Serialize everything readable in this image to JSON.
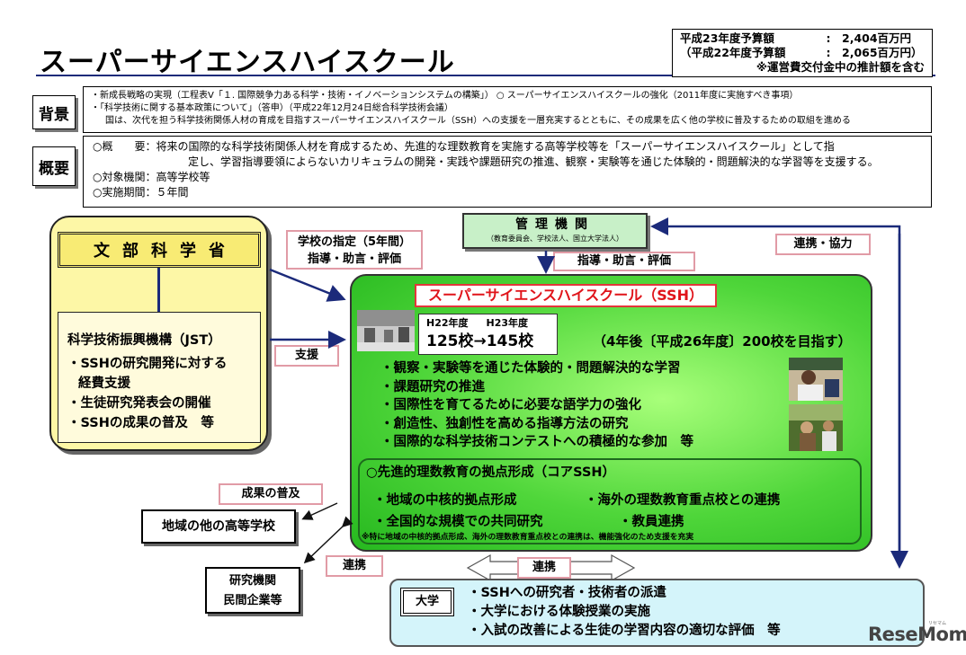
{
  "title": "スーパーサイエンスハイスクール",
  "budget": {
    "rows": [
      {
        "label": "平成23年度予算額",
        "sep": ":",
        "value": "2,404百万円"
      },
      {
        "label": "（平成22年度予算額",
        "sep": ":",
        "value": "2,065百万円）"
      }
    ],
    "note": "※運営費交付金中の推計額を含む"
  },
  "background": {
    "tab": "背景",
    "lines": [
      "・新成長戦略の実現（工程表Ⅴ「１. 国際競争力ある科学・技術・イノベーションシステムの構築」） ○ スーパーサイエンスハイスクールの強化（2011年度に実施すべき事項）",
      "・「科学技術に関する基本政策について」（答申）（平成22年12月24日総合科学技術会議）",
      "国は、次代を担う科学技術関係人材の育成を目指すスーパーサイエンスハイスクール（SSH）への支援を一層充実するとともに、その成果を広く他の学校に普及するための取組を進める"
    ]
  },
  "overview": {
    "tab": "概要",
    "line1": "○概　　要：将来の国際的な科学技術関係人材を育成するため、先進的な理数教育を実施する高等学校等を「スーパーサイエンスハイスクール」として指",
    "line2": "定し、学習指導要領によらないカリキュラムの開発・実践や課題研究の推進、観察・実験等を通じた体験的・問題解決的な学習等を支援する。",
    "line3": "○対象機関：高等学校等",
    "line4": "○実施期間：５年間"
  },
  "mext": {
    "title": "文部科学省",
    "jst_title": "科学技術振興機構（JST）",
    "jst_items": [
      "・SSHの研究開発に対する",
      "経費支援",
      "・生徒研究発表会の開催",
      "・SSHの成果の普及　等"
    ]
  },
  "labels": {
    "designation_1": "学校の指定（5年間）",
    "designation_2": "指導・助言・評価",
    "support": "支援",
    "guidance": "指導・助言・評価",
    "cooperation": "連携・協力",
    "spread": "成果の普及",
    "link1": "連携",
    "link2": "連携"
  },
  "management": {
    "title": "管理機関",
    "sub": "（教育委員会、学校法人、国立大学法人）"
  },
  "ssh": {
    "title": "スーパーサイエンスハイスクール（SSH）",
    "year_a": "H22年度",
    "year_b": "H23年度",
    "counts": "125校→145校",
    "goal": "（4年後〔平成26年度〕200校を目指す）",
    "activities": [
      "・観察・実験等を通じた体験的・問題解決的な学習",
      "・課題研究の推進",
      "・国際性を育てるために必要な語学力の強化",
      "・創造性、独創性を高める指導方法の研究",
      "・国際的な科学技術コンテストへの積極的な参加　等"
    ],
    "core_title": "○先進的理数教育の拠点形成（コアSSH）",
    "core_1a": "・地域の中核的拠点形成",
    "core_1b": "・海外の理数教育重点校との連携",
    "core_2a": "・全国的な規模での共同研究",
    "core_2b": "・教員連携",
    "core_note": "※特に地域の中核的拠点形成、海外の理数教育重点校との連携は、機能強化のため支援を充実"
  },
  "other_schools": "地域の他の高等学校",
  "research": {
    "line1": "研究機関",
    "line2": "民間企業等"
  },
  "university": {
    "tag": "大学",
    "items": [
      "・SSHへの研究者・技術者の派遣",
      "・大学における体験授業の実施",
      "・入試の改善による生徒の学習内容の適切な評価　等"
    ]
  },
  "logo": {
    "main": "ReseMom",
    "small": "リセマム"
  },
  "colors": {
    "navy": "#1b2a7a",
    "pink": "#e19ba6",
    "red": "#e0141a",
    "green": "#4fd63a",
    "yellow": "#fdf7a6",
    "cyan": "#d4f4fa"
  }
}
